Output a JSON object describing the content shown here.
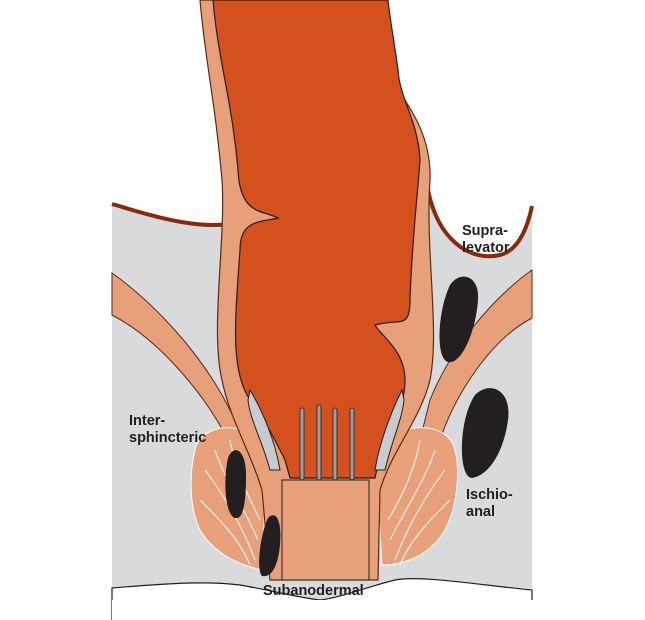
{
  "colors": {
    "lumen": "#d4501c",
    "muscle": "#e8a07a",
    "fat": "#d8dadc",
    "abscess": "#231f20",
    "outline": "#8a2a0c"
  },
  "labels": {
    "supralevator": [
      "Supra-",
      "levator"
    ],
    "intersphincteric": [
      "Inter-",
      "sphincteric"
    ],
    "ischioanal": [
      "Ischio-",
      "anal"
    ],
    "subanodermal": "Subanodermal"
  }
}
